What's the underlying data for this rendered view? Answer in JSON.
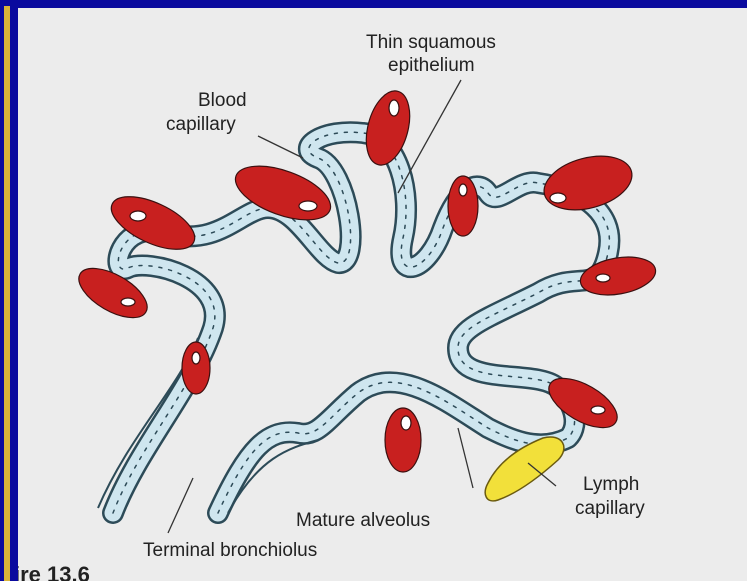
{
  "labels": {
    "thin_squamous_line1": "Thin squamous",
    "thin_squamous_line2": "epithelium",
    "blood_capillary_line1": "Blood",
    "blood_capillary_line2": "capillary",
    "mature_alveolus": "Mature alveolus",
    "lymph_capillary_line1": "Lymph",
    "lymph_capillary_line2": "capillary",
    "terminal_bronchiolus": "Terminal bronchiolus",
    "caption_fragment": "ire 13.6"
  },
  "colors": {
    "frame": "#0a0a9e",
    "accent_bar": "#d9b43a",
    "background": "#ececec",
    "blood": "#c8201f",
    "epithelium": "#cfe6ef",
    "epithelium_outline": "#2d4b58",
    "lymph": "#f2e03a"
  }
}
